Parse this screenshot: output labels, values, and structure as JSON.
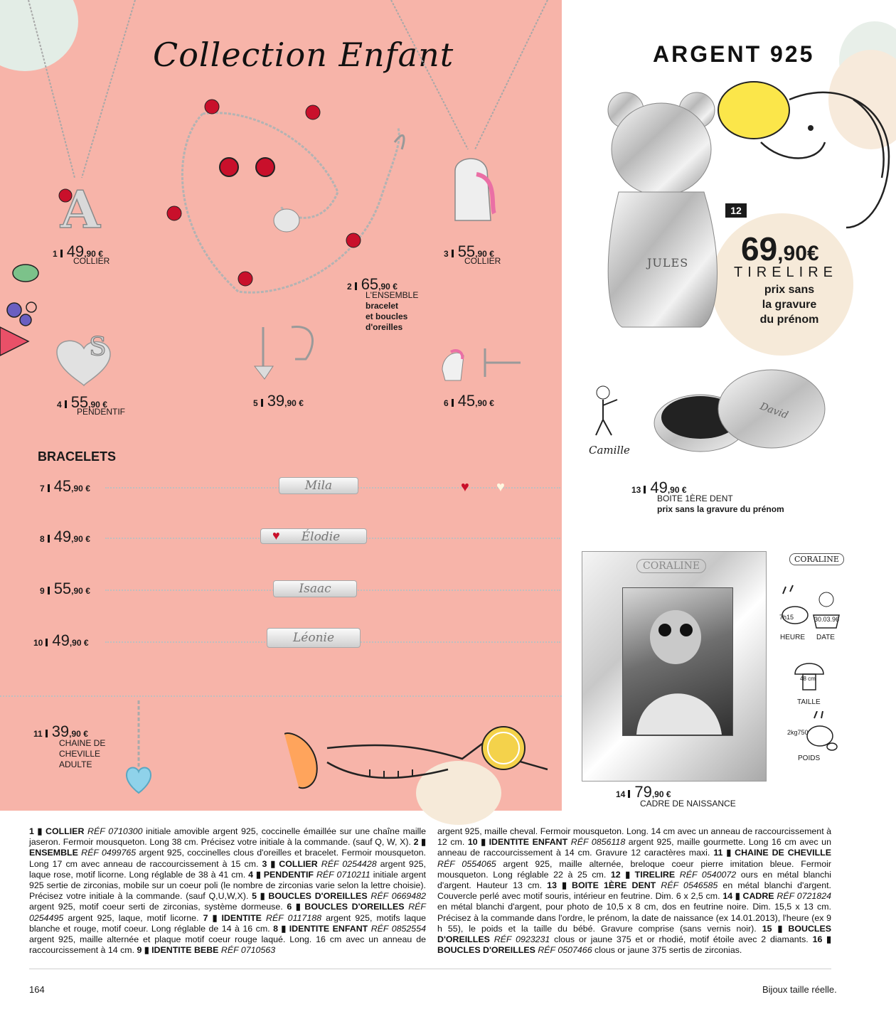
{
  "header": {
    "collection_title": "Collection Enfant",
    "range_title": "ARGENT 925"
  },
  "products": [
    {
      "num": "1",
      "price": "49",
      "cents": ",90 €",
      "label": "COLLIER"
    },
    {
      "num": "2",
      "price": "65",
      "cents": ",90 €",
      "label": "L'ENSEMBLE",
      "label2": "bracelet",
      "label3": "et boucles",
      "label4": "d'oreilles"
    },
    {
      "num": "3",
      "price": "55",
      "cents": ",90 €",
      "label": "COLLIER"
    },
    {
      "num": "4",
      "price": "55",
      "cents": ",90 €",
      "label": "PENDENTIF"
    },
    {
      "num": "5",
      "price": "39",
      "cents": ",90 €"
    },
    {
      "num": "6",
      "price": "45",
      "cents": ",90 €"
    },
    {
      "num": "7",
      "price": "45",
      "cents": ",90 €",
      "engraving": "Mila"
    },
    {
      "num": "8",
      "price": "49",
      "cents": ",90 €",
      "engraving": "Élodie"
    },
    {
      "num": "9",
      "price": "55",
      "cents": ",90 €",
      "engraving": "Isaac"
    },
    {
      "num": "10",
      "price": "49",
      "cents": ",90 €",
      "engraving": "Léonie"
    },
    {
      "num": "11",
      "price": "39",
      "cents": ",90 €",
      "label": "CHAINE DE",
      "label2": "CHEVILLE",
      "label3": "ADULTE"
    },
    {
      "num": "13",
      "price": "49",
      "cents": ",90 €",
      "label": "BOITE 1ÈRE DENT",
      "label2": "prix sans la gravure du prénom",
      "engraving": "David",
      "signature": "Camille"
    },
    {
      "num": "14",
      "price": "79",
      "cents": ",90 €",
      "label": "CADRE DE NAISSANCE",
      "engraving": "CORALINE"
    }
  ],
  "bracelets_heading": "BRACELETS",
  "featured": {
    "num": "12",
    "price_main": "69",
    "price_cents": ",90€",
    "title": "TIRELIRE",
    "note1": "prix sans",
    "note2": "la gravure",
    "note3": "du prénom",
    "engraving": "JULES"
  },
  "frame_legend": {
    "badge": "CORALINE",
    "heure_value": "7h15",
    "date_value": "30.03.96",
    "heure": "HEURE",
    "date": "DATE",
    "taille_value": "48 cm",
    "taille": "TAILLE",
    "poids_value": "2kg750",
    "poids": "POIDS"
  },
  "description_left": "",
  "footer": {
    "page_number": "164",
    "note": "Bijoux taille réelle."
  },
  "colors": {
    "pink_panel": "#f7b4a9",
    "cream_blob": "#f6ead9",
    "mint_blob": "#e3ede6",
    "ladybug_red": "#c9102b"
  }
}
